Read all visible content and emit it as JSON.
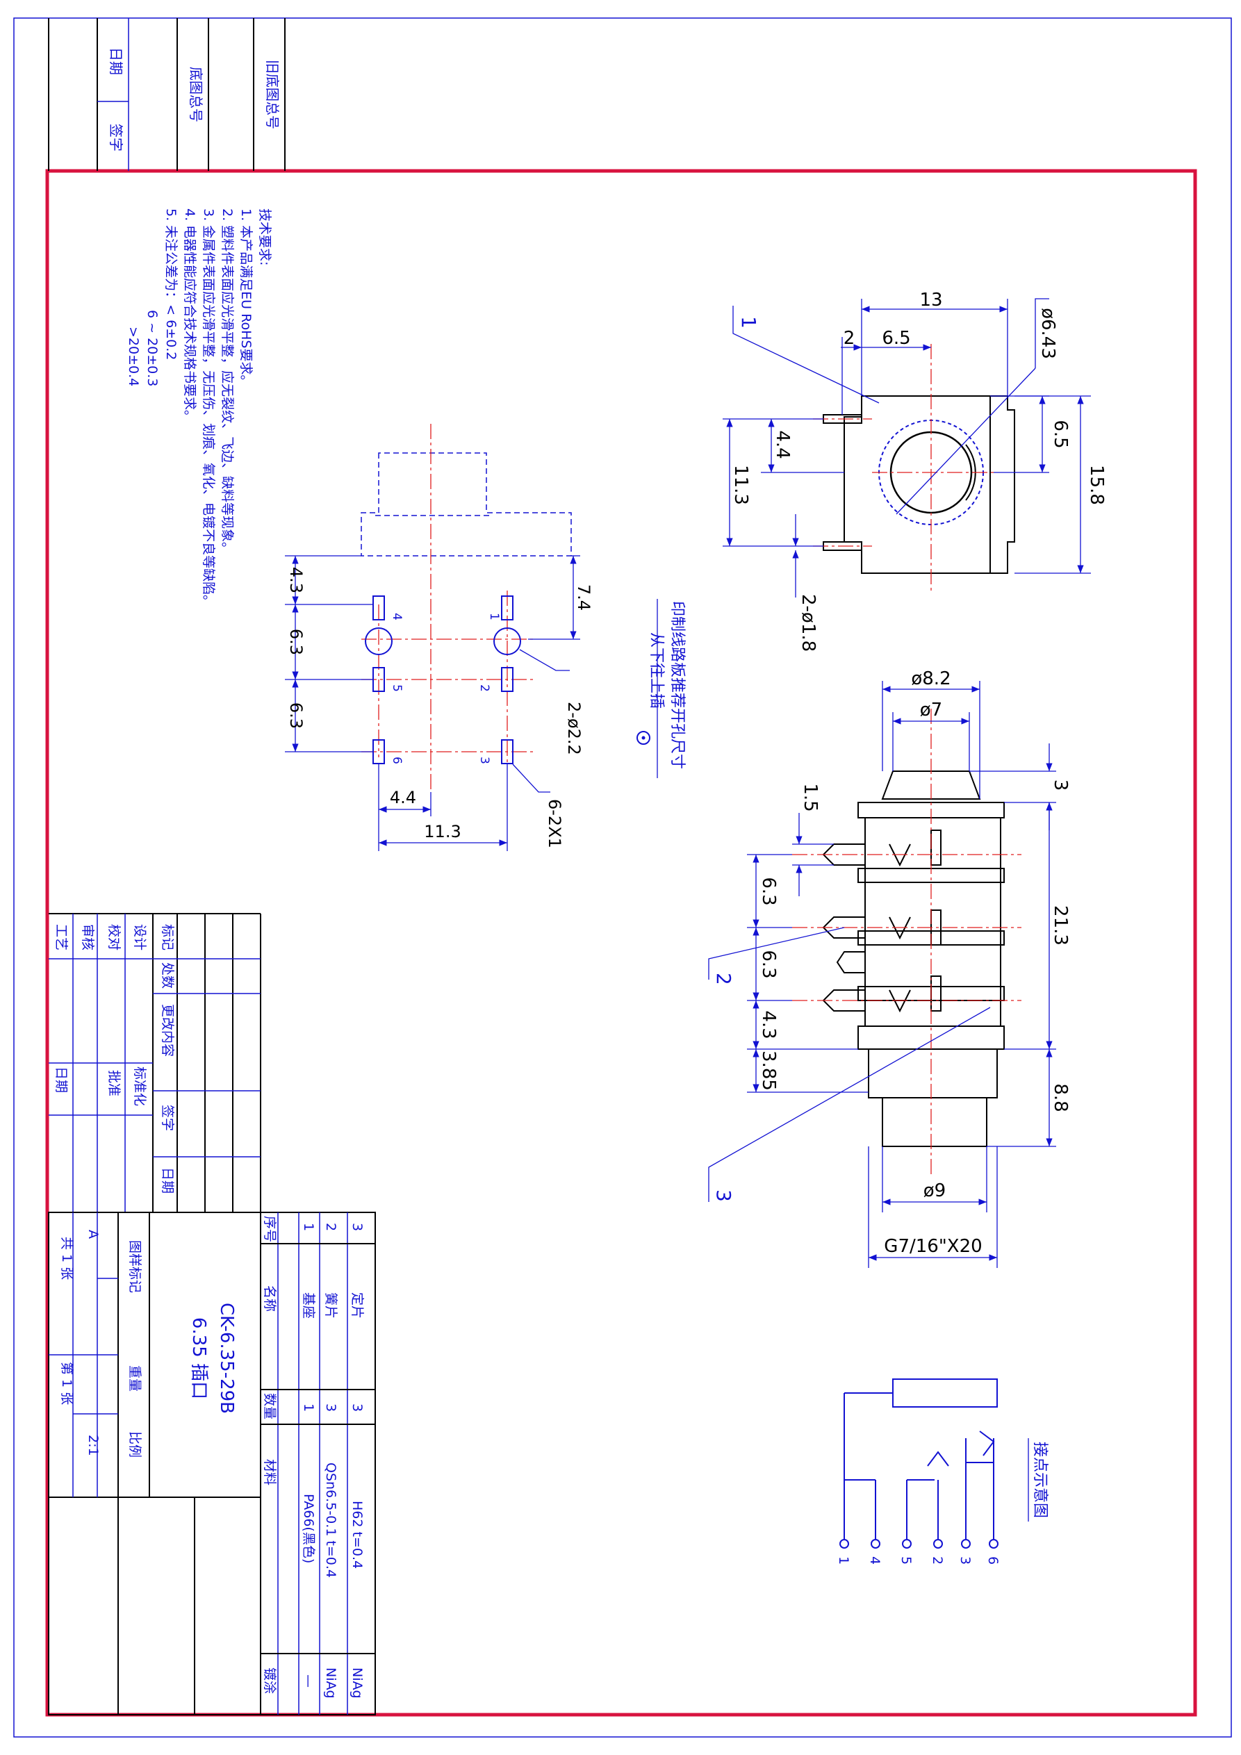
{
  "title_block": {
    "drawing_number": "CK-6.35-29B",
    "part_name": "6.35 插口",
    "tuyang_label": "图样标记",
    "weight_label": "重量",
    "scale_label": "比例",
    "mark_value": "A",
    "scale_value": "2:1",
    "total_label": "共 1 张",
    "sheet_label": "第 1 张"
  },
  "archive_block": {
    "old_number_label": "旧底图总号",
    "base_number_label": "底图总号",
    "date_label": "日期",
    "sign_label": "签字"
  },
  "revision_block": {
    "labels": [
      "标记",
      "处数",
      "更改内容",
      "签字",
      "日期"
    ],
    "roles": [
      "设计",
      "校对",
      "审核",
      "工艺",
      "标准化",
      "批准",
      "日期"
    ]
  },
  "bom": {
    "headers": {
      "seq": "序号",
      "name": "名称",
      "qty": "数量",
      "material": "材料",
      "plating": "镀涂"
    },
    "rows": [
      {
        "seq": "3",
        "name": "定片",
        "qty": "3",
        "material": "H62 t=0.4",
        "plating": "NiAg"
      },
      {
        "seq": "2",
        "name": "簧片",
        "qty": "3",
        "material": "QSn6.5-0.1 t=0.4",
        "plating": "NiAg"
      },
      {
        "seq": "1",
        "name": "基座",
        "qty": "1",
        "material": "PA66(黑色)",
        "plating": "—"
      }
    ]
  },
  "tech_requirements": {
    "heading": "技术要求:",
    "items": [
      "1. 本产品满足EU RoHS要求。",
      "2. 塑料件表面应光滑平整，应无裂纹、飞边、缺料等现象。",
      "3. 金属件表面应光滑平整，无压伤、划痕、氧化、电镀不良等缺陷。",
      "4. 电器性能应符合技术规格书要求。",
      "5. 未注公差为：< 6±0.2",
      "6 ~ 20±0.3",
      ">20±0.4"
    ]
  },
  "pcb_note": {
    "line1": "印制线路板推荐开孔尺寸",
    "line2": "从下往上插"
  },
  "contact_diagram_label": "接点示意图",
  "contact_pins": [
    "1",
    "4",
    "5",
    "2",
    "3",
    "6"
  ],
  "pcb_view": {
    "dims": [
      "4.3",
      "6.3",
      "6.3",
      "7.4",
      "4.4",
      "11.3",
      "2-ø2.2",
      "6-2X1"
    ],
    "pins": [
      "4",
      "1",
      "5",
      "2",
      "6",
      "3"
    ]
  },
  "front_view": {
    "dims": [
      "13",
      "2",
      "6.5",
      "ø6.43",
      "6.5",
      "15.8",
      "4.4",
      "11.3",
      "2-ø1.8"
    ],
    "callout": "1"
  },
  "side_view": {
    "dims": [
      "ø8.2",
      "ø7",
      "1.5",
      "3",
      "6.3",
      "6.3",
      "4.3",
      "3.85",
      "21.3",
      "8.8",
      "ø9",
      "G7/16\"X20"
    ],
    "callouts": [
      "2",
      "3"
    ]
  },
  "colors": {
    "border": "#d8133f",
    "line": "#1212d2",
    "center": "#e01e1e",
    "ink": "#000000"
  }
}
